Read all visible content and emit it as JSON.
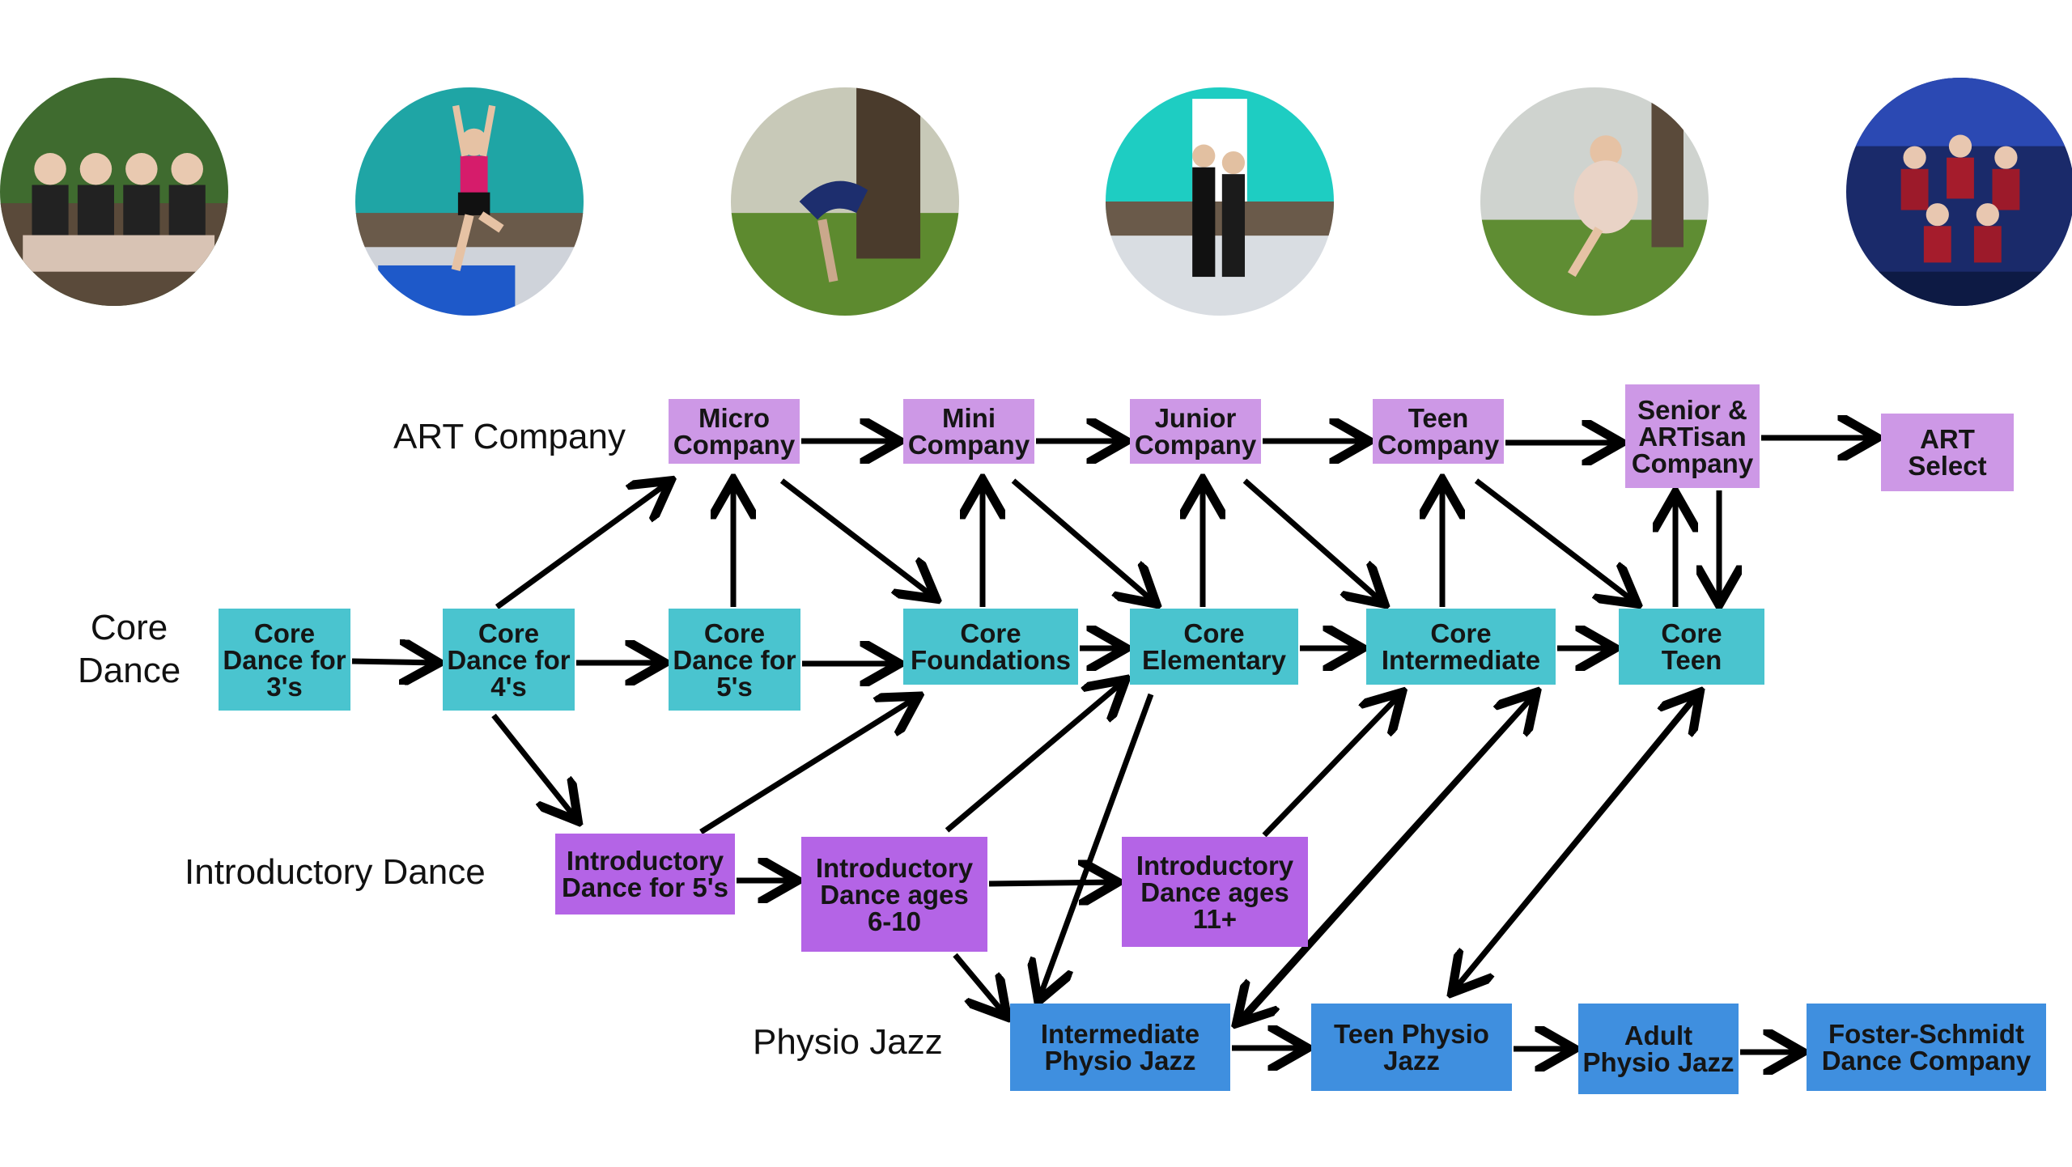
{
  "colors": {
    "art": "#cd98e6",
    "core": "#4ac4cf",
    "intro": "#b464e6",
    "jazz": "#3f8fdf",
    "arrow": "#000000"
  },
  "labels": {
    "art_company": "ART Company",
    "core_dance": "Core\nDance",
    "introductory_dance": "Introductory Dance",
    "physio_jazz": "Physio Jazz"
  },
  "nodes": {
    "micro": "Micro\nCompany",
    "mini": "Mini\nCompany",
    "junior": "Junior\nCompany",
    "teen_co": "Teen\nCompany",
    "senior": "Senior &\nARTisan\nCompany",
    "art_select": "ART\nSelect",
    "core3": "Core\nDance for\n3's",
    "core4": "Core\nDance for\n4's",
    "core5": "Core\nDance for\n5's",
    "core_found": "Core\nFoundations",
    "core_elem": "Core\nElementary",
    "core_inter": "Core\nIntermediate",
    "core_teen": "Core\nTeen",
    "intro5": "Introductory\nDance for 5's",
    "intro610": "Introductory\nDance ages\n6-10",
    "intro11": "Introductory\nDance ages\n11+",
    "inter_jazz": "Intermediate\nPhysio Jazz",
    "teen_jazz": "Teen Physio\nJazz",
    "adult_jazz": "Adult\nPhysio Jazz",
    "foster": "Foster-Schmidt\nDance Company"
  },
  "photos": [
    {
      "icon": "dancers-on-bench-photo"
    },
    {
      "icon": "studio-leap-photo"
    },
    {
      "icon": "outdoor-tree-pose-photo"
    },
    {
      "icon": "studio-partner-photo"
    },
    {
      "icon": "outdoor-jump-photo"
    },
    {
      "icon": "stage-performance-photo"
    }
  ]
}
